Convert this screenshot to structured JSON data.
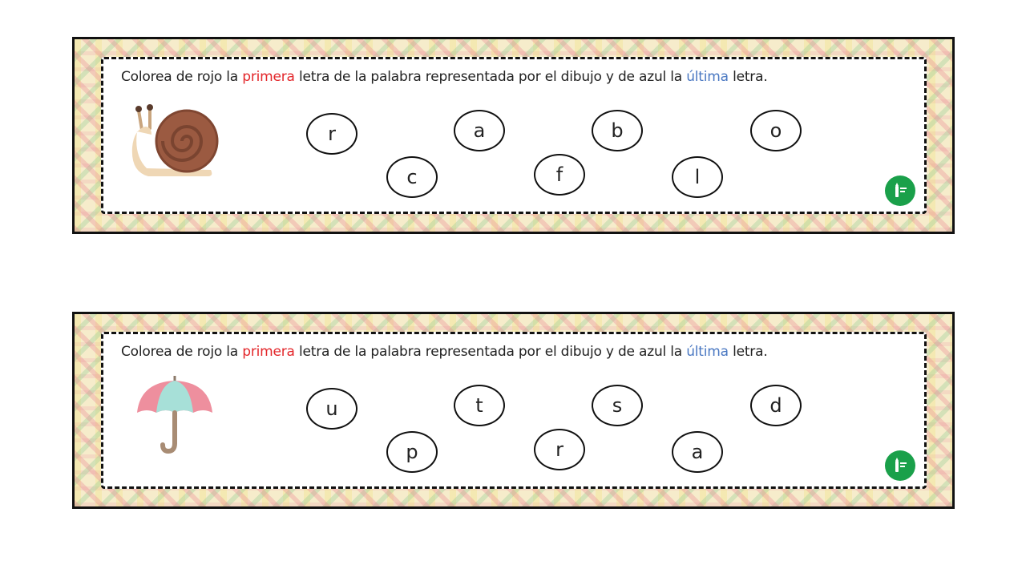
{
  "cards": [
    {
      "instruction": {
        "part1": "Colorea de rojo la ",
        "red_word": "primera",
        "part2": " letra de la palabra representada por el dibujo y de azul la ",
        "blue_word": "última",
        "part3": " letra."
      },
      "picture": "snail-icon",
      "letters": [
        "r",
        "a",
        "b",
        "o",
        "c",
        "f",
        "l"
      ]
    },
    {
      "instruction": {
        "part1": "Colorea de rojo la ",
        "red_word": "primera",
        "part2": " letra de la palabra representada por el dibujo y de azul la ",
        "blue_word": "última",
        "part3": " letra."
      },
      "picture": "umbrella-icon",
      "letters": [
        "u",
        "t",
        "s",
        "d",
        "p",
        "r",
        "a"
      ]
    }
  ],
  "colors": {
    "red_accent": "#e3262a",
    "blue_accent": "#4a78c2",
    "logo_green": "#1aa04a"
  }
}
